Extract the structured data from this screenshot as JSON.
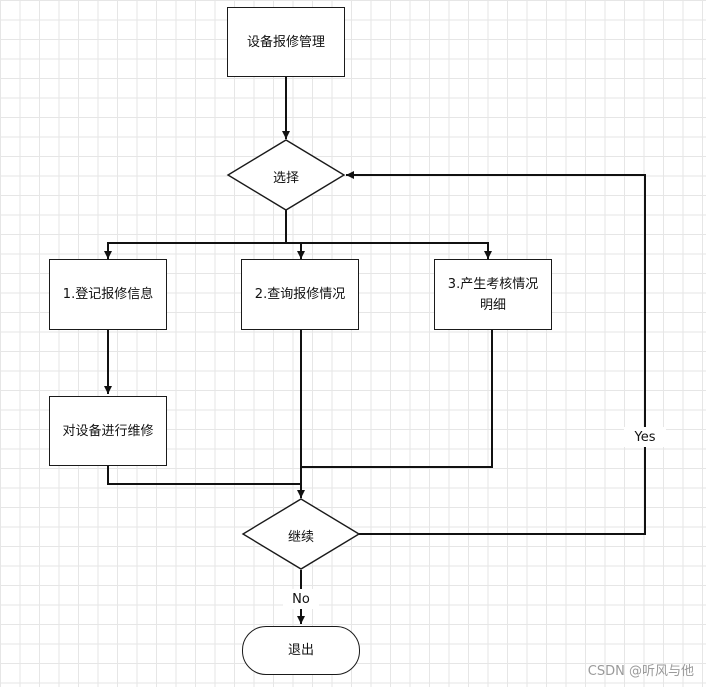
{
  "nodes": {
    "start": "设备报修管理",
    "select": "选择",
    "register": "1.登记报修信息",
    "query": "2.查询报修情况",
    "report": "3.产生考核情况明细",
    "repair": "对设备进行维修",
    "continue": "继续",
    "exit": "退出"
  },
  "edge_labels": {
    "yes": "Yes",
    "no": "No"
  },
  "watermark": "CSDN @听风与他"
}
